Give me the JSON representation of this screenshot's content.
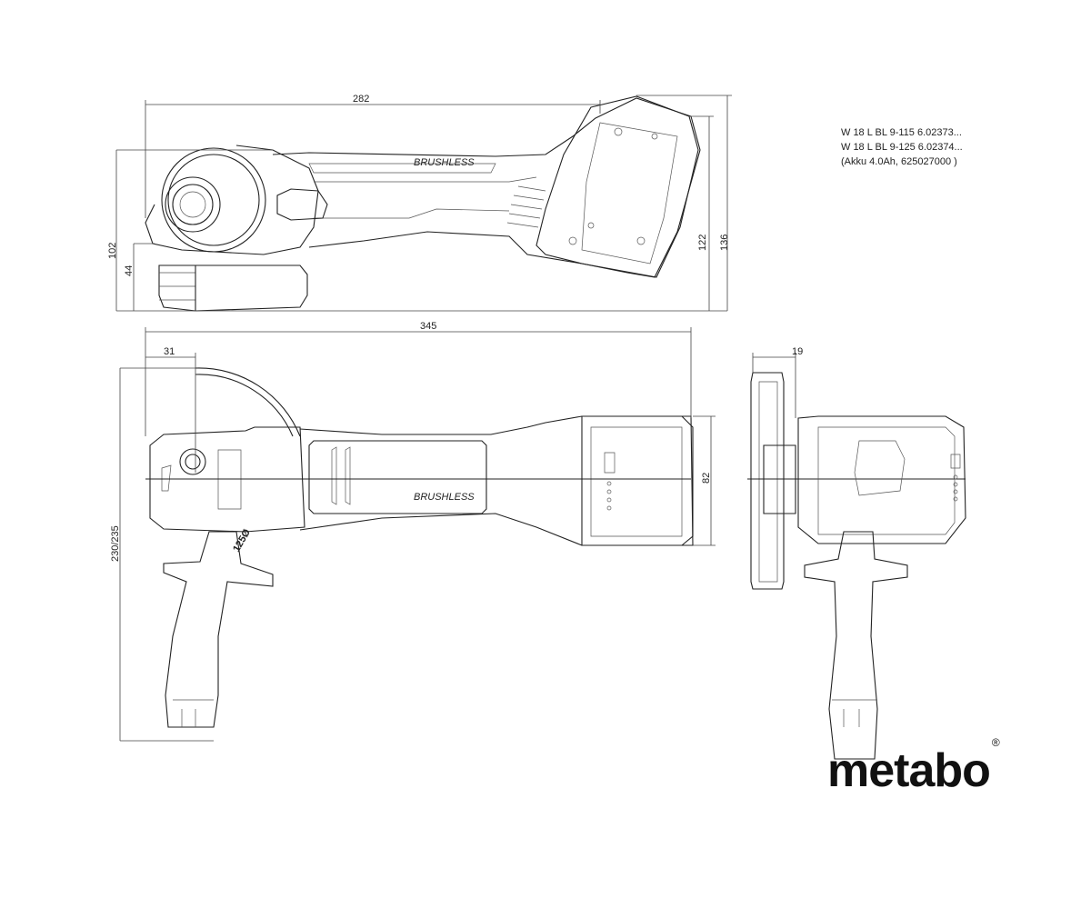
{
  "model_info": {
    "line1": "W 18 L BL 9-115   6.02373...",
    "line2": "W 18 L BL 9-125   6.02374...",
    "line3": "(Akku 4.0Ah, 625027000 )"
  },
  "dimensions": {
    "top_width": "282",
    "height_102": "102",
    "height_44": "44",
    "height_122": "122",
    "height_136": "136",
    "total_length": "345",
    "front_31": "31",
    "guard_230": "230/235",
    "width_82": "82",
    "side_19": "19"
  },
  "labels": {
    "brushless_top": "BRUSHLESS",
    "brushless_plan": "BRUSHLESS",
    "disc_marking": "125Ø"
  },
  "brand": {
    "name": "metabo",
    "registered": "®"
  }
}
